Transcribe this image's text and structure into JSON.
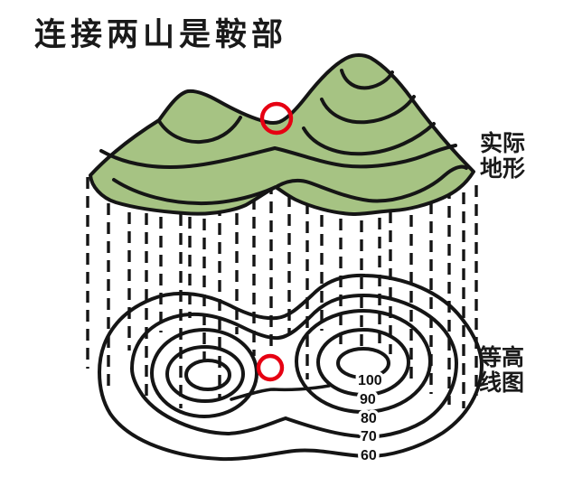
{
  "title": "连接两山是鞍部",
  "colors": {
    "terrain_green": "#a6c383",
    "line_black": "#151515",
    "saddle_marker_red": "#e60012",
    "background": "#ffffff"
  },
  "terrain_3d": {
    "label_line1": "实际",
    "label_line2": "地形"
  },
  "contour_map": {
    "label_line1": "等高",
    "label_line2": "线图",
    "elevations": [
      "100",
      "90",
      "80",
      "70",
      "60"
    ]
  }
}
